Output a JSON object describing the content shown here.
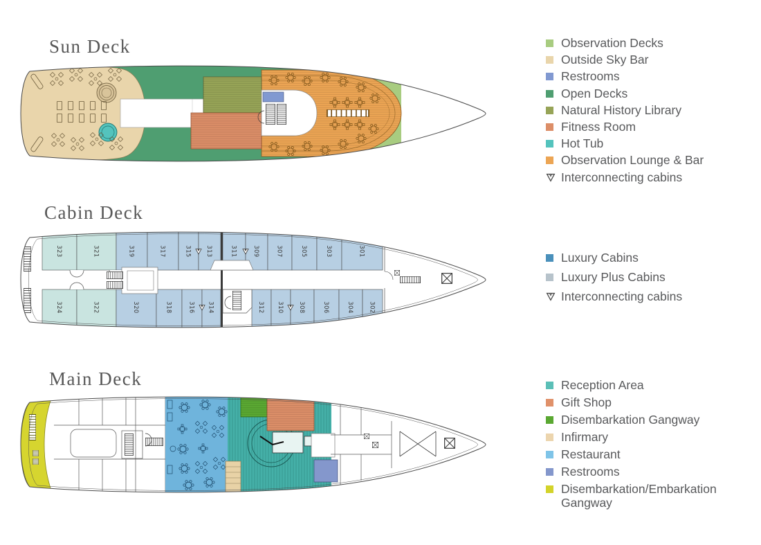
{
  "palette": {
    "hull_outline": "#4a4a4a",
    "deck_title_text": "#575757",
    "legend_text": "#58595b",
    "observation_decks": "#a8cc80",
    "outside_sky_bar": "#e9d5ab",
    "restrooms_sun": "#8199d1",
    "open_decks": "#4f9e71",
    "natural_history_library": "#97a457",
    "fitness_room": "#dc8e68",
    "hot_tub": "#54c3bd",
    "observation_lounge_bar": "#eca554",
    "funnel": "#d9c49a",
    "luxury_cabin_fill": "#b7cfe3",
    "luxury_plus_fill": "#c9e4e0",
    "reception_area": "#45b0a8",
    "gift_shop": "#dc8e68",
    "disembarkation_gangway": "#5aa832",
    "infirmary": "#e8d2a6",
    "restaurant": "#6fb4dc",
    "restrooms_main": "#8497cc",
    "disembark_embark_gangway": "#d6d52f"
  },
  "decks": [
    {
      "id": "sun-deck",
      "title": "Sun Deck"
    },
    {
      "id": "cabin-deck",
      "title": "Cabin Deck",
      "cabins": {
        "top": [
          "323",
          "321",
          "319",
          "317",
          "315",
          "313",
          "311",
          "309",
          "307",
          "305",
          "303",
          "301"
        ],
        "bottom": [
          "324",
          "322",
          "320",
          "318",
          "316",
          "314",
          "312",
          "310",
          "308",
          "306",
          "304",
          "302"
        ],
        "luxury_plus": [
          "323",
          "321",
          "324",
          "322"
        ],
        "interconnecting_pairs": [
          [
            "315",
            "313"
          ],
          [
            "311",
            "309"
          ],
          [
            "316",
            "314"
          ],
          [
            "310",
            "308"
          ]
        ]
      }
    },
    {
      "id": "main-deck",
      "title": "Main Deck"
    }
  ],
  "legends": {
    "sun": [
      {
        "label": "Observation Decks",
        "color": "#a8cc80"
      },
      {
        "label": "Outside Sky Bar",
        "color": "#e9d5ab"
      },
      {
        "label": "Restrooms",
        "color": "#8199d1"
      },
      {
        "label": "Open Decks",
        "color": "#4f9e71"
      },
      {
        "label": "Natural History Library",
        "color": "#97a457"
      },
      {
        "label": "Fitness Room",
        "color": "#dc8e68"
      },
      {
        "label": "Hot Tub",
        "color": "#54c3bd"
      },
      {
        "label": "Observation Lounge & Bar",
        "color": "#eca554"
      },
      {
        "label": "Interconnecting cabins",
        "symbol": "interconnect"
      }
    ],
    "cabin": [
      {
        "label": "Luxury Cabins",
        "color": "#4a90bb"
      },
      {
        "label": "Luxury Plus Cabins",
        "color": "#b7c3cb"
      },
      {
        "label": "Interconnecting cabins",
        "symbol": "interconnect"
      }
    ],
    "main": [
      {
        "label": "Reception Area",
        "color": "#5bbfb7"
      },
      {
        "label": "Gift Shop",
        "color": "#e0916a"
      },
      {
        "label": "Disembarkation Gangway",
        "color": "#5aa832"
      },
      {
        "label": "Infirmary",
        "color": "#ecd5ae"
      },
      {
        "label": "Restaurant",
        "color": "#7fc4e8"
      },
      {
        "label": "Restrooms",
        "color": "#8497cc"
      },
      {
        "label": "Disembarkation/Embarkation Gangway",
        "color": "#d3d32a"
      }
    ]
  }
}
